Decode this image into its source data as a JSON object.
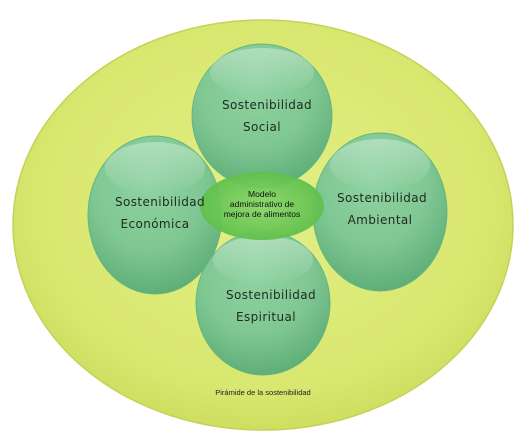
{
  "diagram": {
    "outer": {
      "label": "Pirámide de la sostenibilidad"
    },
    "center": {
      "label": "Modelo administrativo de mejora de alimentos"
    },
    "circles": {
      "top": {
        "label": "Sostenibilidad Social"
      },
      "left": {
        "label": "Sostenibilidad Económica"
      },
      "right": {
        "label": "Sostenibilidad Ambiental"
      },
      "bottom": {
        "label": "Sostenibilidad Espiritual"
      }
    },
    "colors": {
      "outer_fill": "#d9e870",
      "circle_fill": "#86cc98",
      "center_fill": "#78d060"
    }
  }
}
